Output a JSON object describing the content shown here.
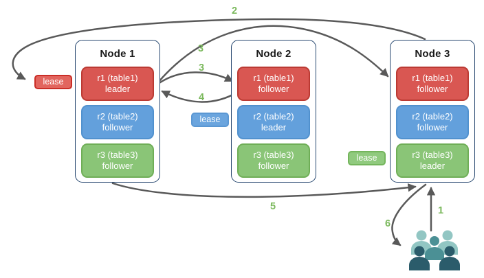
{
  "diagram": {
    "nodes": [
      {
        "title": "Node 1",
        "replicas": [
          {
            "name": "r1 (table1)",
            "role": "leader",
            "color": "red"
          },
          {
            "name": "r2 (table2)",
            "role": "follower",
            "color": "blue"
          },
          {
            "name": "r3 (table3)",
            "role": "follower",
            "color": "green"
          }
        ]
      },
      {
        "title": "Node 2",
        "replicas": [
          {
            "name": "r1 (table1)",
            "role": "follower",
            "color": "red"
          },
          {
            "name": "r2 (table2)",
            "role": "leader",
            "color": "blue"
          },
          {
            "name": "r3 (table3)",
            "role": "follower",
            "color": "green"
          }
        ]
      },
      {
        "title": "Node 3",
        "replicas": [
          {
            "name": "r1 (table1)",
            "role": "follower",
            "color": "red"
          },
          {
            "name": "r2 (table2)",
            "role": "follower",
            "color": "blue"
          },
          {
            "name": "r3 (table3)",
            "role": "leader",
            "color": "green"
          }
        ]
      }
    ],
    "leases": [
      {
        "label": "lease",
        "color": "red"
      },
      {
        "label": "lease",
        "color": "blue"
      },
      {
        "label": "lease",
        "color": "green"
      }
    ],
    "steps": {
      "s1": "1",
      "s2": "2",
      "s3a": "3",
      "s3b": "3",
      "s4": "4",
      "s5": "5",
      "s6": "6"
    },
    "icons": {
      "users": "users-group-icon"
    },
    "colors": {
      "replica_red_fill": "#d95752",
      "replica_red_border": "#bb3a33",
      "replica_blue_fill": "#63a0dc",
      "replica_blue_border": "#5191ce",
      "replica_green_fill": "#8ac577",
      "replica_green_border": "#6fae57",
      "lease_red_fill": "#e2655e",
      "lease_red_border": "#ca2e27",
      "lease_blue_fill": "#6ba5de",
      "lease_blue_border": "#5a97d3",
      "lease_green_fill": "#90ca7e",
      "lease_green_border": "#74b55c",
      "node_border": "#24456e",
      "arrow": "#595959",
      "step_label": "#7cb95e",
      "people_light": "#92c6c3",
      "people_mid": "#4b9095",
      "people_dark": "#2b5c6b"
    }
  }
}
